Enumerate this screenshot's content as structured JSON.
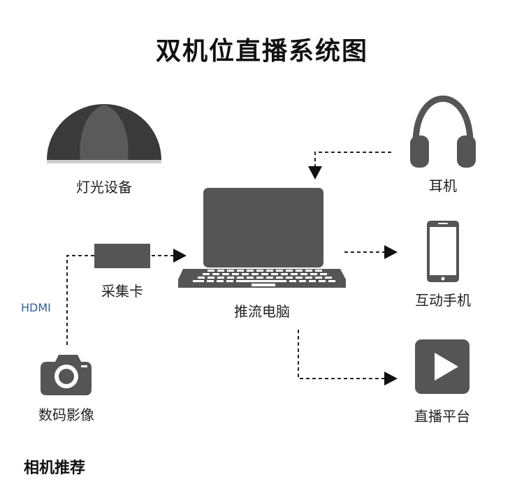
{
  "title": "双机位直播系统图",
  "nodes": {
    "lighting": "灯光设备",
    "capture_card": "采集卡",
    "computer": "推流电脑",
    "headphones": "耳机",
    "phone": "互动手机",
    "platform": "直播平台",
    "camera": "数码影像"
  },
  "connection_label": "HDMI",
  "section_title": "相机推荐",
  "colors": {
    "device_fill": "#555555",
    "device_dark": "#3c3c3c",
    "link_blue": "#2f5f9e",
    "line": "#222222"
  }
}
